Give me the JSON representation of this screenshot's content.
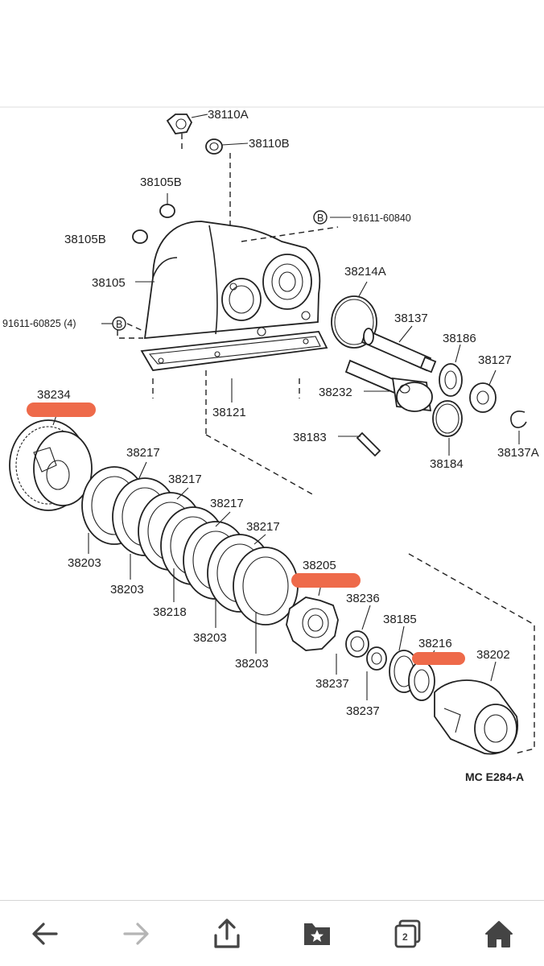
{
  "diagram": {
    "labels": {
      "p38110A": "38110A",
      "p38110B": "38110B",
      "p38105B_top": "38105B",
      "p38105B_left": "38105B",
      "p91611_60840": "91611-60840",
      "p38105": "38105",
      "p38214A": "38214A",
      "p91611_60825": "91611-60825 (4)",
      "p38137": "38137",
      "p38186": "38186",
      "p38127": "38127",
      "p38232": "38232",
      "p38121": "38121",
      "p38234": "38234",
      "p38183": "38183",
      "p38137A": "38137A",
      "p38184": "38184",
      "p38217_1": "38217",
      "p38217_2": "38217",
      "p38217_3": "38217",
      "p38217_4": "38217",
      "p38203_1": "38203",
      "p38203_2": "38203",
      "p38203_3": "38203",
      "p38203_4": "38203",
      "p38218": "38218",
      "p38205": "38205",
      "p38236": "38236",
      "p38185": "38185",
      "p38216": "38216",
      "p38202": "38202",
      "p38237_1": "38237",
      "p38237_2": "38237",
      "bolt_marker": "B",
      "diagram_code": "MC  E284-A"
    },
    "highlight_color": "#ee6a4a"
  },
  "toolbar": {
    "tabs_count": "2",
    "icons": [
      "back-arrow-icon",
      "forward-arrow-icon",
      "share-icon",
      "bookmarks-icon",
      "tabs-icon",
      "home-icon"
    ]
  }
}
